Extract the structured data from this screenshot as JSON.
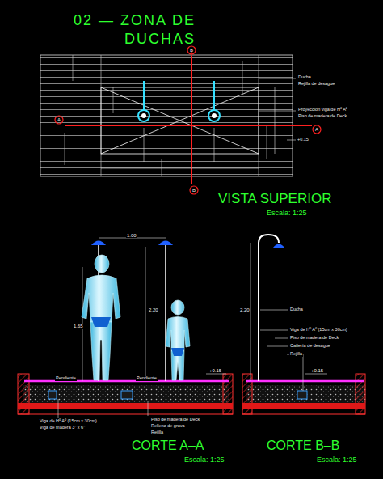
{
  "diagram": {
    "title": "02 — ZONA DE DUCHAS",
    "labels": [
      "VISTA SUPERIOR",
      "Escala: 1:25",
      "CORTE A–A",
      "Escala: 1:25",
      "CORTE B–B",
      "Escala: 1:25",
      "B",
      "B",
      "A",
      "A",
      "Ducha",
      "Rejilla de desague",
      "Proyección viga de Hº Aº",
      "Piso de madera de Deck",
      "+0.15",
      "1.00",
      "2.20",
      "1.65",
      "+0.15",
      "Pendiente",
      "Pendiente",
      "Viga de Hº Aº (15cm x 30cm)",
      "Viga de madera 3\" x 6\"",
      "Piso de madera de Deck",
      "Relleno de grava",
      "Rejilla",
      "Ducha",
      "Viga de Hº Aº (15cm x 30cm)",
      "Piso de madera de Deck",
      "Cañería de desague",
      "Rejilla",
      "+0.15",
      "2.20"
    ]
  }
}
